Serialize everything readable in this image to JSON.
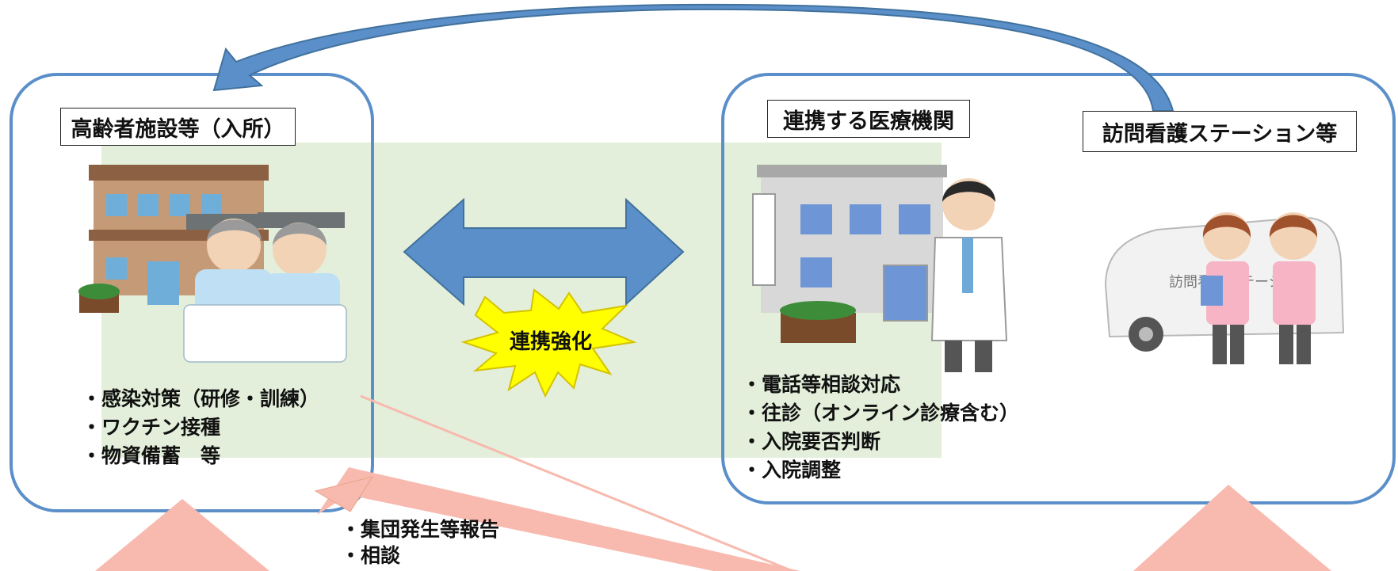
{
  "facility": {
    "label": "高齢者施設等（入所）",
    "items": [
      "・感染対策（研修・訓練）",
      "・ワクチン接種",
      "・物資備蓄　等"
    ]
  },
  "medical": {
    "label": "連携する医療機関",
    "items": [
      "・電話等相談対応",
      "・往診（オンライン診療含む）",
      "・入院要否判断",
      "・入院調整"
    ]
  },
  "nursing": {
    "label": "訪問看護ステーション等",
    "van_text": "訪問看護ステーション"
  },
  "center": {
    "burst_label": "連携強化"
  },
  "report": {
    "items": [
      "・集団発生等報告",
      "・相談"
    ]
  },
  "colors": {
    "box_border": "#5b8fc9",
    "arrow_blue": "#5b8fc9",
    "burst": "#ffff00",
    "pink": "#f8b9ae",
    "green_bg": "#e3efda"
  }
}
